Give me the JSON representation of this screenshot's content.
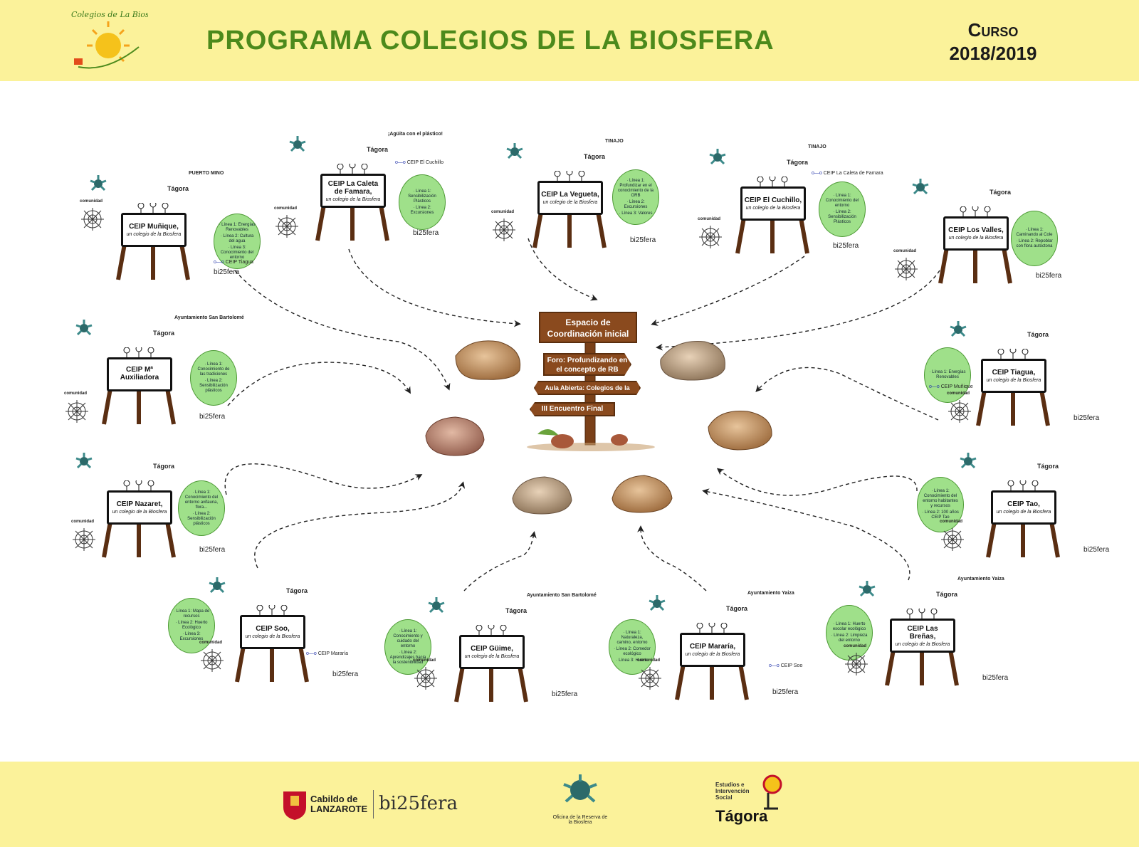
{
  "header": {
    "title": "PROGRAMA COLEGIOS  DE LA BIOSFERA",
    "course_label": "Curso",
    "course_year": "2018/2019",
    "logo_text": "Colegios de La Biosfera"
  },
  "center": {
    "signs": [
      "Espacio de Coordinación inicial",
      "Foro: Profundizando en el concepto de RB",
      "Aula Abierta: Colegios de la Biosfera",
      "III Encuentro Final"
    ]
  },
  "logos": {
    "tagora": "Tágora",
    "tagora_small": "Estudios e Intervención Social",
    "oficina": "Oficina de la Reserva de la Biosfera",
    "biosfera": "bi25fera",
    "cabildo": "Cabildo de LANZAROTE",
    "comunidad": "comunidad"
  },
  "schools": [
    {
      "id": "munique",
      "name": "CEIP Muñique,",
      "subtitle": "un colegio de la Biosfera",
      "lines": [
        "· Línea 1: Energías Renovables",
        "· Línea 2: Cultura del agua",
        "· Línea 3: Conocimiento del entorno"
      ],
      "link": "CEIP Tiagua",
      "extra": "PUERTO MINO"
    },
    {
      "id": "caleta",
      "name": "CEIP La Caleta de Famara,",
      "subtitle": "un colegio de la Biosfera",
      "lines": [
        "· Línea 1: Sensibilización Plásticos",
        "· Línea 2: Excursiones"
      ],
      "link": "CEIP El Cuchillo",
      "extra": "¡Agüita con el plástico!"
    },
    {
      "id": "vegueta",
      "name": "CEIP La Vegueta,",
      "subtitle": "un colegio de la Biosfera",
      "lines": [
        "· Línea 1: Profundizar en el conocimiento de la ORB",
        "· Línea 2: Excursiones",
        "· Línea 3: Valores"
      ],
      "link": "",
      "extra": "TINAJO"
    },
    {
      "id": "cuchillo",
      "name": "CEIP El Cuchillo,",
      "subtitle": "un colegio de la Biosfera",
      "lines": [
        "· Línea 1: Conocimiento del entorno",
        "· Línea 2: Sensibilización Plásticos"
      ],
      "link": "CEIP La Caleta de Famara",
      "extra": "TINAJO"
    },
    {
      "id": "valles",
      "name": "CEIP Los Valles,",
      "subtitle": "un colegio de la Biosfera",
      "lines": [
        "· Línea 1: Caminando al Cole",
        "· Línea 2: Repoblar con flora autóctona"
      ],
      "link": "",
      "extra": ""
    },
    {
      "id": "auxiliadora",
      "name": "CEIP Mª Auxiliadora",
      "subtitle": "",
      "lines": [
        "· Línea 1: Conocimiento de las tradiciones",
        "· Línea 2: Sensibilización plásticos"
      ],
      "link": "",
      "extra": "Ayuntamiento San Bartolomé"
    },
    {
      "id": "tiagua",
      "name": "CEIP Tiagua,",
      "subtitle": "un colegio de la Biosfera",
      "lines": [
        "· Línea 1: Energías Renovables"
      ],
      "link": "CEIP Muñique",
      "extra": ""
    },
    {
      "id": "nazaret",
      "name": "CEIP Nazaret,",
      "subtitle": "un colegio de la Biosfera",
      "lines": [
        "· Línea 1: Conocimiento del entorno avifauna, flora...",
        "· Línea 2: Sensibilización plásticos"
      ],
      "link": "",
      "extra": ""
    },
    {
      "id": "tao",
      "name": "CEIP Tao,",
      "subtitle": "un colegio de la Biosfera",
      "lines": [
        "· Línea 1: Conocimiento del entorno habitantes y recursos",
        "· Línea 2: 100 años CEIP Tao"
      ],
      "link": "",
      "extra": ""
    },
    {
      "id": "soo",
      "name": "CEIP Soo,",
      "subtitle": "un colegio de la Biosfera",
      "lines": [
        "· Línea 1: Mapa de recursos",
        "· Línea 2: Huerto Ecológico",
        "· Línea 3: Excursiones"
      ],
      "link": "CEIP Mararía",
      "extra": ""
    },
    {
      "id": "guime",
      "name": "CEIP Güime,",
      "subtitle": "un colegio de la Biosfera",
      "lines": [
        "· Línea 1: Conocimiento y cuidado del entorno",
        "· Línea 2: Aprendizajes hacia la sostenibilidad"
      ],
      "link": "",
      "extra": "Ayuntamiento San Bartolomé"
    },
    {
      "id": "mararia",
      "name": "CEIP Mararía,",
      "subtitle": "un colegio de la Biosfera",
      "lines": [
        "· Línea 1: Naturaleza, camino, entorno",
        "· Línea 2: Comedor ecológico",
        "· Línea 3: Huerto"
      ],
      "link": "CEIP Soo",
      "extra": "Ayuntamiento Yaiza"
    },
    {
      "id": "brenas",
      "name": "CEIP Las Breñas,",
      "subtitle": "un colegio de la Biosfera",
      "lines": [
        "· Línea 1: Huerto escolar ecológico",
        "· Línea 2: Limpieza del entorno"
      ],
      "link": "",
      "extra": "Ayuntamiento Yaiza"
    }
  ],
  "colors": {
    "band": "#fbf29a",
    "title": "#4c8a1c",
    "bubble": "#9fe08a",
    "wood": "#8a4a1e"
  }
}
